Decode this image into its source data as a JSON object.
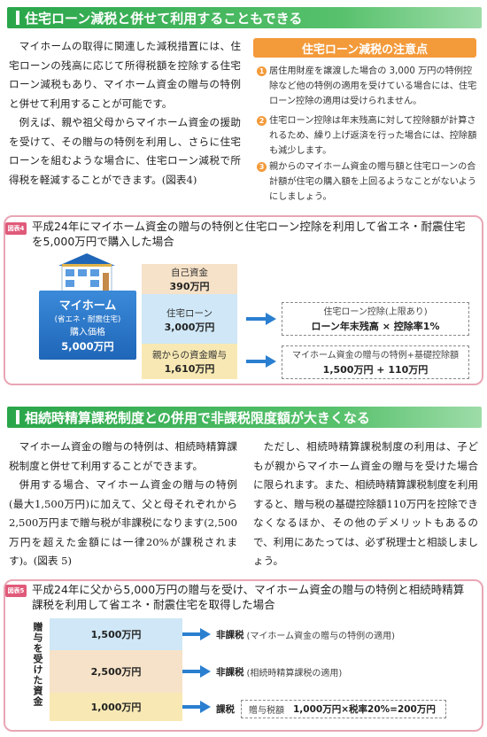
{
  "section1": {
    "heading": "住宅ローン減税と併せて利用することもできる",
    "para1": "マイホームの取得に関連した減税措置には、住宅ローンの残高に応じて所得税額を控除する住宅ローン減税もあり、マイホーム資金の贈与の特例と併せて利用することが可能です。",
    "para2": "例えば、親や祖父母からマイホーム資金の援助を受けて、その贈与の特例を利用し、さらに住宅ローンを組むような場合に、住宅ローン減税で所得税を軽減することができます。(図表4)",
    "notes_title": "住宅ローン減税の注意点",
    "notes": [
      {
        "num": "1",
        "text": "居住用財産を譲渡した場合の 3,000 万円の特例控除など他の特例の適用を受けている場合には、住宅ローン控除の適用は受けられません。"
      },
      {
        "num": "2",
        "text": "住宅ローン控除は年末残高に対して控除額が計算されるため、繰り上げ返済を行った場合には、控除額も減少します。"
      },
      {
        "num": "3",
        "text": "親からのマイホーム資金の贈与額と住宅ローンの合計額が住宅の購入額を上回るようなことがないようにしましょう。"
      }
    ]
  },
  "fig4": {
    "tag": "図表4",
    "title": "平成24年にマイホーム資金の贈与の特例と住宅ローン控除を利用して省エネ・耐震住宅を5,000万円で購入した場合",
    "house_name": "マイホーム",
    "house_sub": "(省エネ・耐震住宅)",
    "house_price_label": "購入価格",
    "house_price": "5,000万円",
    "own_funds_label": "自己資金",
    "own_funds_value": "390万円",
    "loan_label": "住宅ローン",
    "loan_value": "3,000万円",
    "gift_label": "親からの資金贈与",
    "gift_value": "1,610万円",
    "box1_line1": "住宅ローン控除(上限あり)",
    "box1_line2": "ローン年末残高 × 控除率1%",
    "box2_line1": "マイホーム資金の贈与の特例+基礎控除額",
    "box2_line2": "1,500万円 + 110万円"
  },
  "section2": {
    "heading": "相続時精算課税制度との併用で非課税限度額が大きくなる",
    "left_para1": "マイホーム資金の贈与の特例は、相続時精算課税制度と併せて利用することができます。",
    "left_para2": "併用する場合、マイホーム資金の贈与の特例(最大1,500万円)に加えて、父と母それぞれから2,500万円まで贈与税が非課税になります(2,500万円を超えた金額には一律20%が課税されます)。(図表 5)",
    "right_para1": "ただし、相続時精算課税制度の利用は、子どもが親からマイホーム資金の贈与を受けた場合に限られます。また、相続時精算課税制度を利用すると、贈与税の基礎控除額110万円を控除できなくなるほか、その他のデメリットもあるので、利用にあたっては、必ず税理士と相談しましょう。"
  },
  "fig5": {
    "tag": "図表5",
    "title": "平成24年に父から5,000万円の贈与を受け、マイホーム資金の贈与の特例と相続時精算課税を利用して省エネ・耐震住宅を取得した場合",
    "side_label": "贈与を受けた資金",
    "band1": "1,500万円",
    "band2": "2,500万円",
    "band3": "1,000万円",
    "res1_bold": "非課税",
    "res1_text": "(マイホーム資金の贈与の特例の適用)",
    "res2_bold": "非課税",
    "res2_text": "(相続時精算課税の適用)",
    "res3_bold": "課税",
    "res3_label": "贈与税額",
    "res3_value": "1,000万円×税率20%=200万円"
  }
}
